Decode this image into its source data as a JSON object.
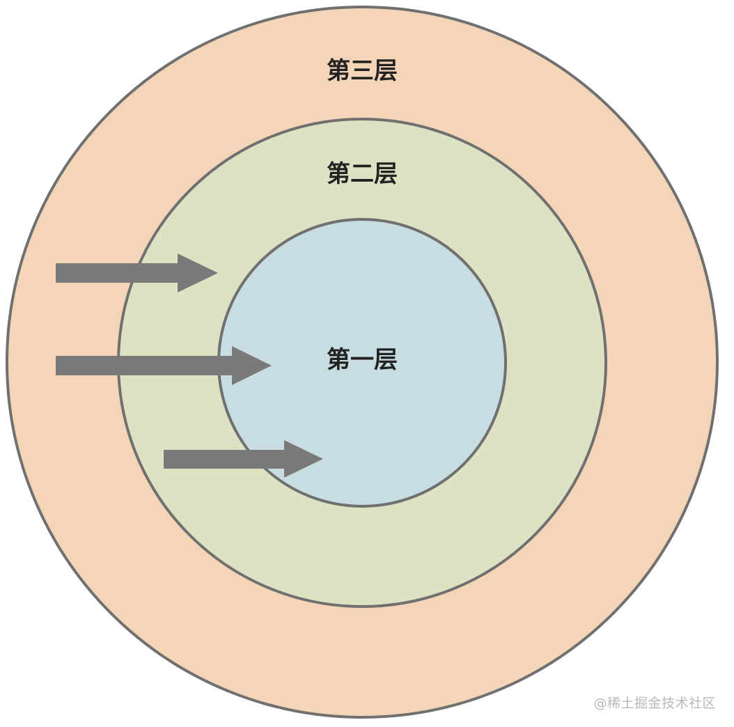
{
  "layers": [
    {
      "label": "第三层",
      "fill": "#f5d5b8"
    },
    {
      "label": "第二层",
      "fill": "#dde2c2"
    },
    {
      "label": "第一层",
      "fill": "#c8dde2"
    }
  ],
  "colors": {
    "stroke": "#707070",
    "arrow": "#7a7a7a"
  },
  "watermark": "@稀土掘金技术社区"
}
